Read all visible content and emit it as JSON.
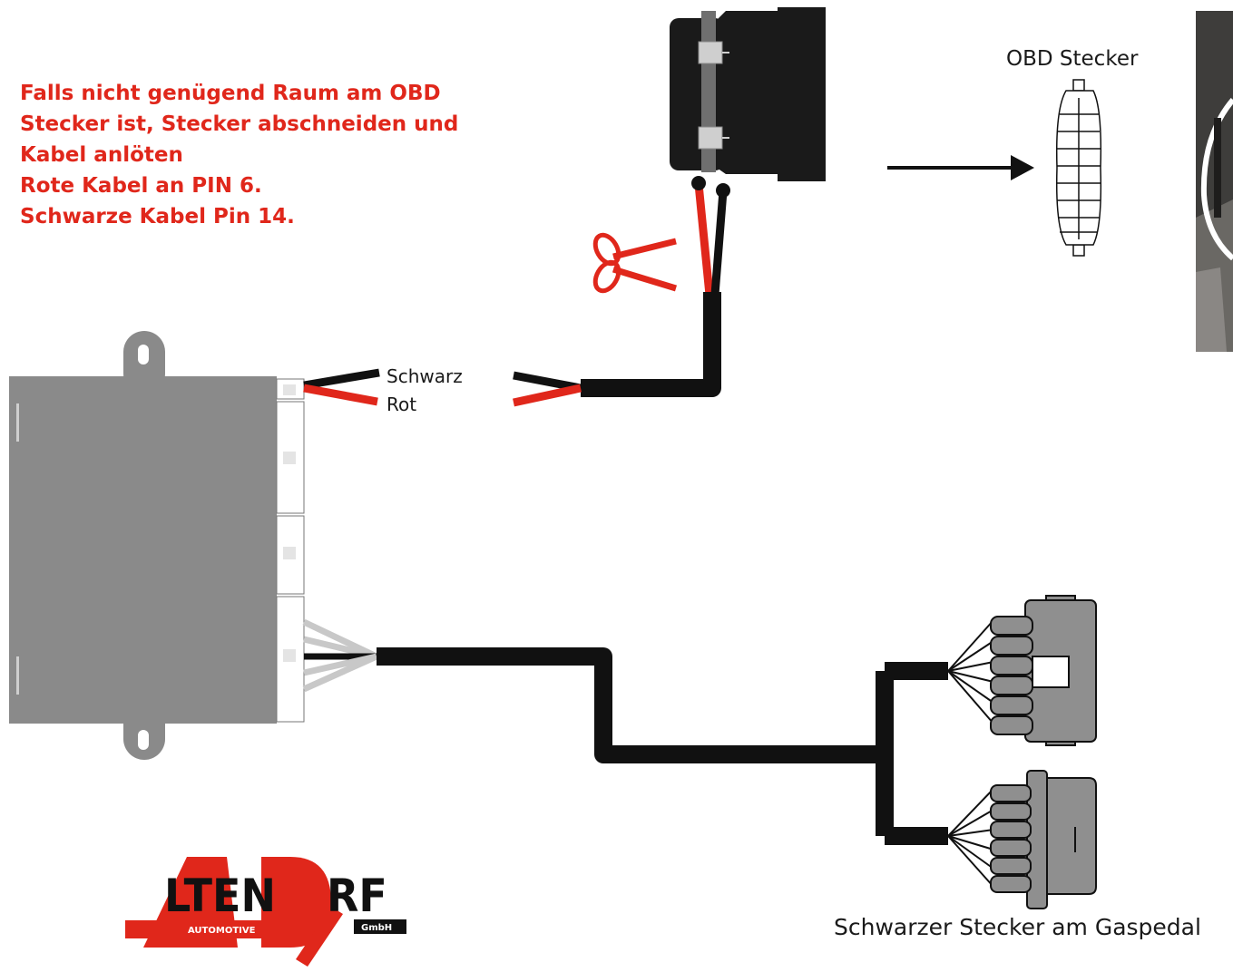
{
  "instructions": {
    "lines": [
      "Falls nicht genügend Raum am OBD",
      "Stecker ist, Stecker abschneiden und",
      "Kabel anlöten",
      "Rote Kabel an PIN 6.",
      "Schwarze Kabel Pin 14."
    ]
  },
  "labels": {
    "obd_connector": "OBD Stecker",
    "wire_black": "Schwarz",
    "wire_red": "Rot",
    "gas_pedal_connector": "Schwarzer Stecker am Gaspedal"
  },
  "logo": {
    "brand_letters": "LTEN",
    "brand_letters_end": "RF",
    "sub_left": "AUTOMOTIVE",
    "sub_right": "GmbH"
  },
  "colors": {
    "instruction_text": "#e0271b",
    "wire_red": "#e0271b",
    "wire_black": "#111111",
    "module_body": "#8a8a8a",
    "connector_grey": "#8f8f8f"
  },
  "icons": {
    "scissors": "scissors-icon",
    "arrow": "arrow-right-icon"
  }
}
